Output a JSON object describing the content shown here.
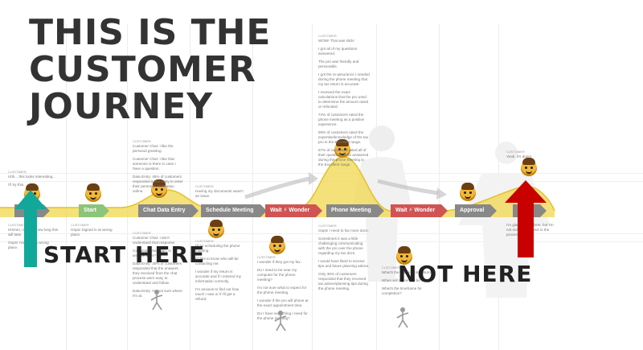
{
  "headline": "THIS IS THE\nCUSTOMER\nJOURNEY",
  "labels": {
    "start": "START HERE",
    "end": "NOT HERE"
  },
  "colors": {
    "headline": "#333333",
    "curve": "#f2d74e",
    "start_arrow": "#11a89a",
    "end_arrow": "#c80000",
    "step_green": "#8cc47a",
    "step_gray": "#888888",
    "step_red": "#d05454"
  },
  "steps": [
    {
      "label": "Start",
      "color": "#8cc47a"
    },
    {
      "label": "Chat Data Entry",
      "color": "#888888"
    },
    {
      "label": "Schedule Meeting",
      "color": "#888888"
    },
    {
      "label": "Wait",
      "sub": "Wonder",
      "color": "#d05454"
    },
    {
      "label": "Phone Meeting",
      "color": "#888888"
    },
    {
      "label": "Wait",
      "sub": "Wonder",
      "color": "#d05454"
    },
    {
      "label": "Approval",
      "color": "#888888"
    }
  ],
  "notes": {
    "n1": {
      "lbl": "CUSTOMER",
      "lines": [
        "Uhh... this looks interesting...",
        "I'll try this."
      ]
    },
    "n2": {
      "lbl": "CUSTOMER",
      "lines": [
        "Hmmm, not sure how long this will take.",
        "Oops! I've gone in wrong place."
      ]
    },
    "n3": {
      "lbl": "CUSTOMER",
      "lines": [
        "Oops! Signed in at wrong place."
      ]
    },
    "n4": {
      "lbl": "CUSTOMER",
      "lines": [
        "Customer Chat: I like the personal greeting.",
        "Customer Chat: I like that someone is there in case I have a question.",
        "Data Entry: 45% of customers responded it was easy to enter their personal information online."
      ]
    },
    "n5": {
      "lbl": "CUSTOMER",
      "lines": [
        "Customer Chat: I don't understand that response.",
        "Customer Chat: Ugh, is anyone there?",
        "Data Entry: 30% of customers responded that the answers they received from the chat process were easy to understand and follow.",
        "Data Entry: I'm not sure where I'm at."
      ]
    },
    "n6": {
      "lbl": "CUSTOMER",
      "lines": [
        "Having my documents wasn't an issue."
      ]
    },
    "n7": {
      "lbl": "CUSTOMER",
      "lines": [
        "I'll be scheduling the phone meeting.",
        "I'd like to know who will be contacting me.",
        "I wonder if my return is accurate and if I entered my information correctly.",
        "I'm anxious to find out how much I owe or if I'll get a refund."
      ]
    },
    "n8": {
      "lbl": "CUSTOMER",
      "lines": [
        "I wonder if they got my fax.",
        "Do I need to be near my computer for the phone meeting?",
        "I'm not sure what to expect for the phone meeting.",
        "I wonder if the pro will phone at the exact appointment time.",
        "Do I have everything I need for the phone meeting?"
      ]
    },
    "n9": {
      "lbl": "CUSTOMER",
      "lines": [
        "WOW! That was slick!",
        "I got all of my questions answered.",
        "The pro was friendly and personable.",
        "I got the re-assurance I needed during the phone meeting that my tax return is accurate.",
        "I received the exact calculations that the pro used to determine the amount owed or refunded.",
        "74% of customers rated the phone meeting as a positive experience.",
        "59% of customers rated the expertise/knowledge of the tax pro in the Excellent range.",
        "67% of customers rated all of their questions were answered during the phone meeting in the Excellent range."
      ]
    },
    "n10": {
      "lbl": "CUSTOMER",
      "lines": [
        "Oops! I need to fax more docs.",
        "Sometimes it was a little challenging communicating with the pro over the phone regarding my tax docs.",
        "I would have liked to receive tips and future planning advice.",
        "Only 39% of customers responded that they received tax advice/planning tips during the phone meeting."
      ]
    },
    "n11": {
      "lbl": "CUSTOMER",
      "lines": [
        "What's the status of my return?",
        "When will my refund be sent?",
        "What's the timeframe for completion?"
      ]
    },
    "n12": {
      "lbl": "CUSTOMER",
      "lines": [
        "Yeah, it's done!"
      ]
    },
    "n13": {
      "lbl": "",
      "lines": [
        "I'm glad I had it done, but I'm not sure what's next in the process."
      ]
    }
  }
}
